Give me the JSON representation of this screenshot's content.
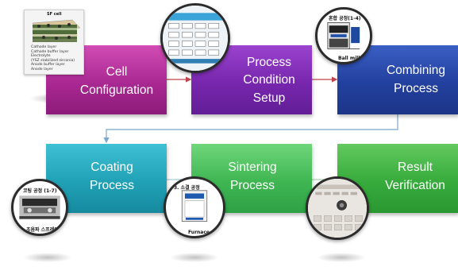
{
  "steps": [
    {
      "id": "cell",
      "lines": [
        "Cell",
        "Configuration"
      ]
    },
    {
      "id": "process-setup",
      "lines": [
        "Process",
        "Condition",
        "Setup"
      ]
    },
    {
      "id": "combining",
      "lines": [
        "Combining",
        "Process"
      ]
    },
    {
      "id": "coating",
      "lines": [
        "Coating",
        "Process"
      ]
    },
    {
      "id": "sintering",
      "lines": [
        "Sintering",
        "Process"
      ]
    },
    {
      "id": "result",
      "lines": [
        "Result",
        "Verification"
      ]
    }
  ],
  "images": {
    "cell_config_title": "SF cell",
    "cell_layers": [
      "Cathode layer",
      "Cathode buffer layer",
      "Electrolyte",
      "(YSZ stabilized zirconia)",
      "Anode buffer layer",
      "Anode layer"
    ],
    "combining_caption": "혼합 공정(1-4)",
    "combining_label": "Ball mill",
    "coating_caption": "코팅 공정 (1-7)",
    "coating_label": "초음파 스프레이",
    "sintering_caption": "3. 소결 공정",
    "sintering_label": "Furnace"
  },
  "colors": {
    "cell": "#a92892",
    "process_setup": "#7726ad",
    "combining": "#22409e",
    "coating": "#21a1b5",
    "sintering": "#3fb652",
    "result": "#37ab3c",
    "arrow_red": "#c0444b",
    "arrow_blue": "#7aa6cf"
  }
}
